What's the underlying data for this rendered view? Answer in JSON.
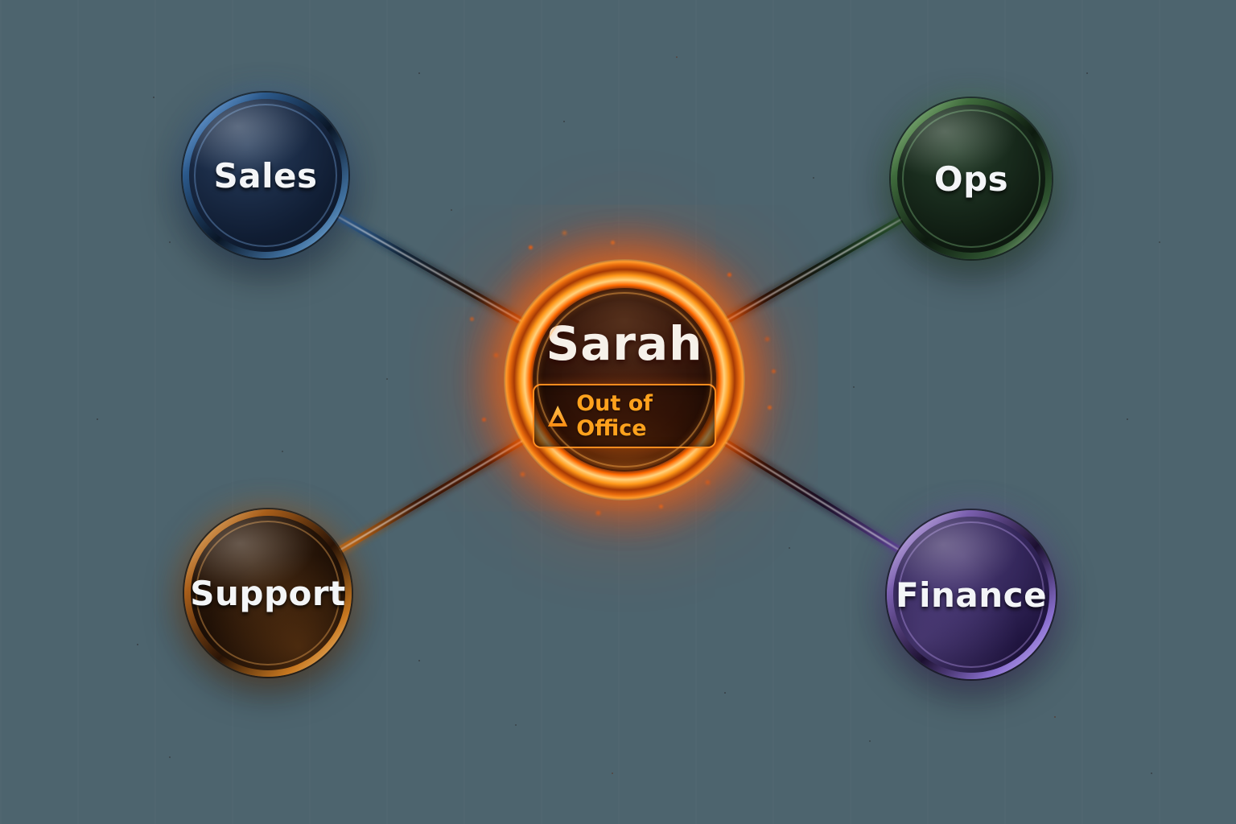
{
  "canvas": {
    "background_color": "#4d646e"
  },
  "diagram": {
    "center": {
      "label": "Sarah",
      "accent_color": "#ff7a14",
      "status": {
        "label": "Out of Office",
        "icon": "warning-triangle-icon",
        "text_color": "#ffa21d"
      }
    },
    "nodes": [
      {
        "id": "sales",
        "label": "Sales",
        "accent_color": "#5a9fe8",
        "position": "top-left"
      },
      {
        "id": "ops",
        "label": "Ops",
        "accent_color": "#6fbf6a",
        "position": "top-right"
      },
      {
        "id": "support",
        "label": "Support",
        "accent_color": "#f0861e",
        "position": "bottom-left"
      },
      {
        "id": "finance",
        "label": "Finance",
        "accent_color": "#9b6fe0",
        "position": "bottom-right"
      }
    ],
    "edges": [
      {
        "from": "Sarah",
        "to": "Sales"
      },
      {
        "from": "Sarah",
        "to": "Ops"
      },
      {
        "from": "Sarah",
        "to": "Support"
      },
      {
        "from": "Sarah",
        "to": "Finance"
      }
    ]
  }
}
